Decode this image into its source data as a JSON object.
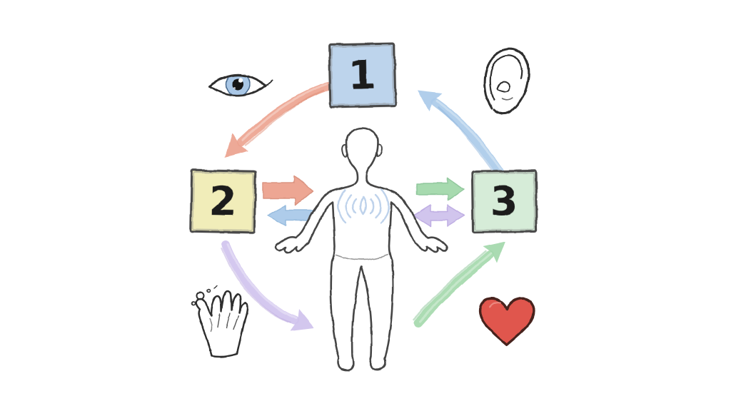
{
  "diagram": {
    "background_color": "#ffffff",
    "boxes": [
      {
        "label": "1",
        "position": "top-center",
        "fill": "#bdd4ec",
        "border": "#4a4a4a"
      },
      {
        "label": "2",
        "position": "middle-left",
        "fill": "#f1edb9",
        "border": "#4a4a4a"
      },
      {
        "label": "3",
        "position": "middle-right",
        "fill": "#d6ecd8",
        "border": "#4a4a4a"
      }
    ],
    "center_figure": {
      "name": "human-body-outline",
      "outline_color": "#454545",
      "chest_symbol": {
        "name": "resonance-arcs-symbol",
        "color": "#b3cbe8"
      }
    },
    "sense_icons": [
      {
        "name": "eye-icon",
        "position": "top-left",
        "iris_color": "#a9c7e6",
        "outline": "#2e2e2e"
      },
      {
        "name": "ear-icon",
        "position": "top-right",
        "outline": "#2e2e2e"
      },
      {
        "name": "hand-icon",
        "position": "bottom-left",
        "outline": "#2e2e2e"
      },
      {
        "name": "heart-icon",
        "position": "bottom-right",
        "fill": "#e0564e",
        "outline": "#46221f"
      }
    ],
    "cycle_arrows": [
      {
        "name": "arrow-top-to-left",
        "color": "#eca28e",
        "direction": "curves down-left from box 1 toward box 2"
      },
      {
        "name": "arrow-left-to-bottom",
        "color": "#cfc2ed",
        "direction": "curves down-right from box 2 toward bottom center"
      },
      {
        "name": "arrow-bottom-to-right",
        "color": "#a3d8ab",
        "direction": "curves up-right from bottom center toward box 3"
      },
      {
        "name": "arrow-right-to-top",
        "color": "#aacae9",
        "direction": "curves up-left from box 3 area toward box 1"
      }
    ],
    "exchange_arrows": [
      {
        "name": "box2-to-figure-arrow",
        "direction": "right",
        "color": "#eca28e"
      },
      {
        "name": "figure-to-box2-arrow",
        "direction": "left",
        "color": "#aacae9"
      },
      {
        "name": "figure-to-box3-arrow",
        "direction": "right",
        "color": "#a3d8ab"
      },
      {
        "name": "figure-box3-double-arrow",
        "direction": "both",
        "color": "#cfc2ed"
      }
    ]
  }
}
